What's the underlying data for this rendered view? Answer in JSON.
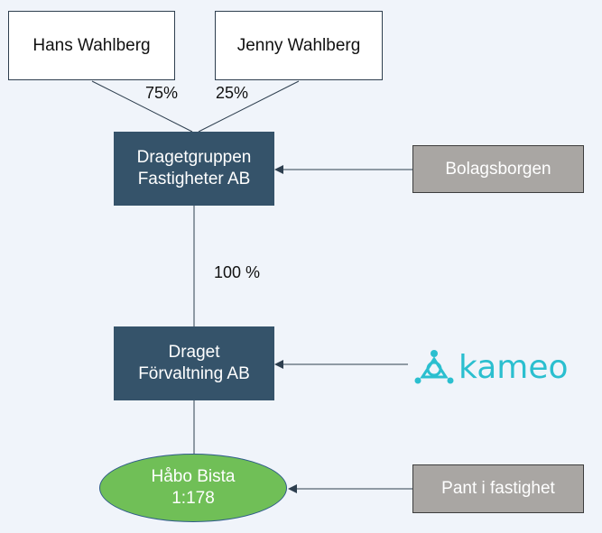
{
  "owners": [
    {
      "name": "Hans Wahlberg",
      "share": "75%"
    },
    {
      "name": "Jenny Wahlberg",
      "share": "25%"
    }
  ],
  "holding_company": {
    "line1": "Dragetgruppen",
    "line2": "Fastigheter AB"
  },
  "ownership_link": "100 %",
  "subsidiary": {
    "line1": "Draget",
    "line2": "Förvaltning AB"
  },
  "property": {
    "line1": "Håbo Bista",
    "line2": "1:178"
  },
  "side_parties": {
    "guarantee": "Bolagsborgen",
    "lender_logo_text": "kameo",
    "collateral": "Pant i fastighet"
  },
  "colors": {
    "company_fill": "#35536a",
    "side_fill": "#a9a6a3",
    "property_fill": "#70bf57",
    "kameo_brand": "#2bbfcf",
    "background": "#f0f4fa"
  }
}
